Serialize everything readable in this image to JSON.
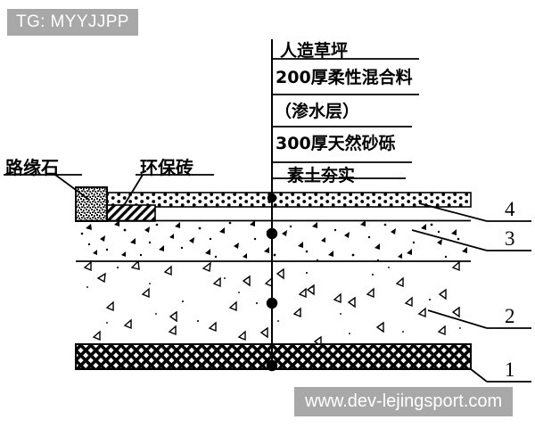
{
  "tag": {
    "text": "TG: MYYJJPP"
  },
  "watermark": {
    "text": "www.dev-lejingsport.com"
  },
  "center_spec": {
    "lines": [
      "人造草坪",
      "200厚柔性混合料",
      "（渗水层）",
      "300厚天然砂砾",
      "素土夯实"
    ]
  },
  "left_labels": [
    {
      "text": "路缘石"
    },
    {
      "text": "环保砖"
    }
  ],
  "right_markers": [
    {
      "text": "4"
    },
    {
      "text": "3"
    },
    {
      "text": "2"
    },
    {
      "text": "1"
    }
  ],
  "colors": {
    "ink": "#000000",
    "tag_bg": "#a8a8a8",
    "tag_fg": "#ffffff",
    "paper": "#ffffff"
  }
}
